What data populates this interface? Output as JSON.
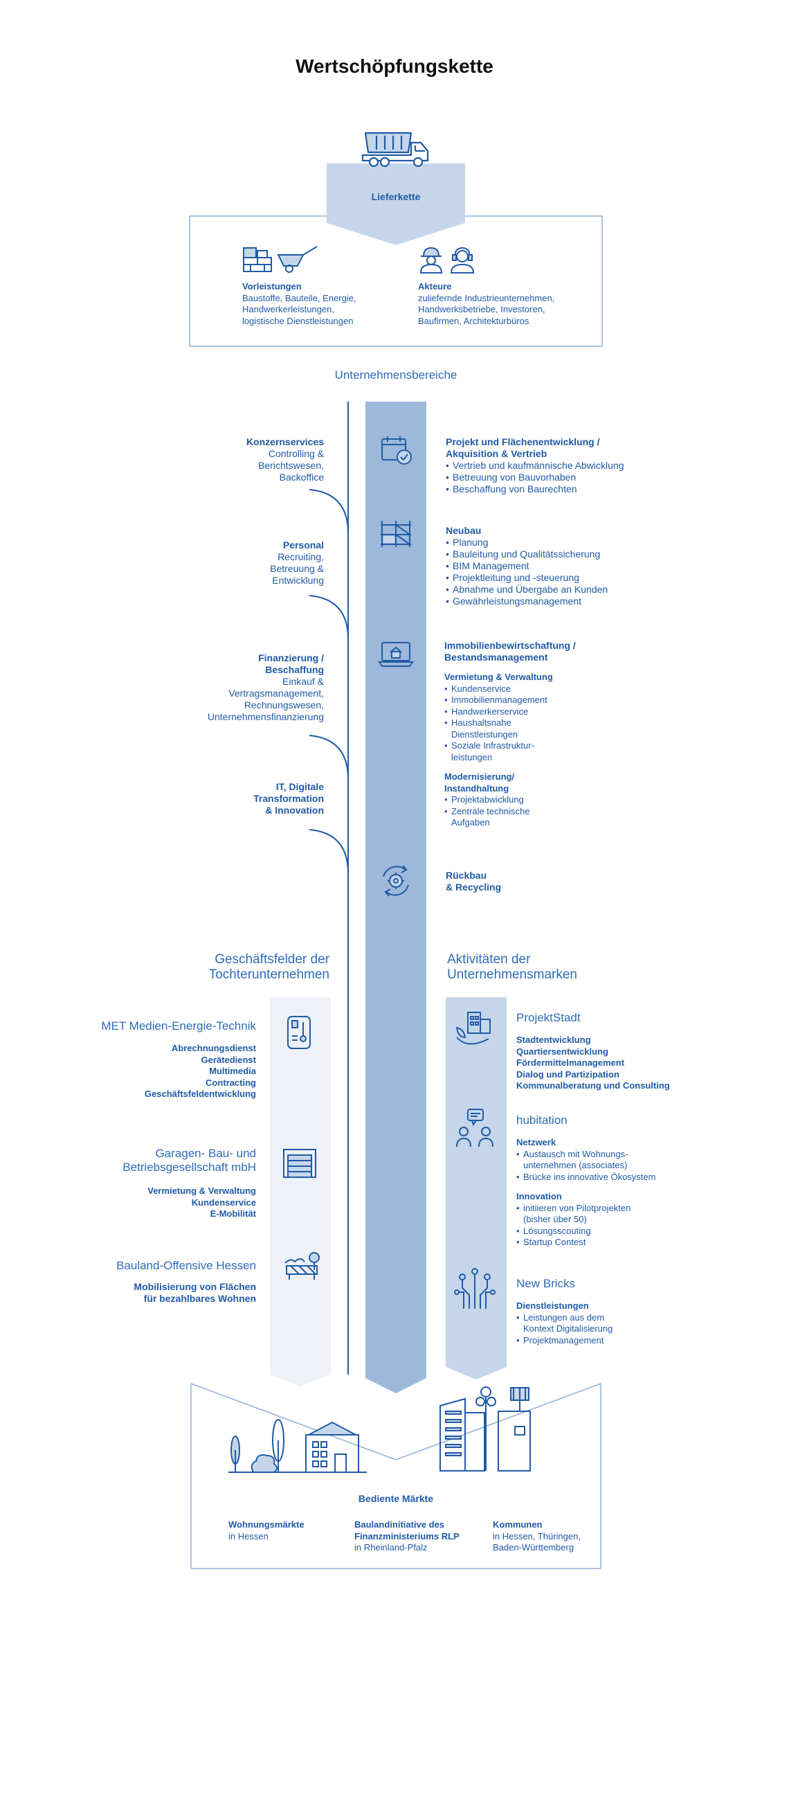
{
  "title": "Wertschöpfungskette",
  "supply": {
    "label": "Lieferkette",
    "vorleistungen": {
      "heading": "Vorleistungen",
      "lines": [
        "Baustoffe, Bauteile, Energie,",
        "Handwerkerleistungen,",
        "logistische Dienstleistungen"
      ]
    },
    "akteure": {
      "heading": "Akteure",
      "lines": [
        "zuliefernde Industrieunternehmen,",
        "Handwerksbetriebe, Investoren,",
        "Baufirmen, Architekturbüros"
      ]
    }
  },
  "unternehmensbereiche": {
    "heading": "Unternehmensbereiche",
    "left": [
      {
        "heading": [
          "Konzernservices"
        ],
        "lines": [
          "Controlling &",
          "Berichtswesen,",
          "Backoffice"
        ]
      },
      {
        "heading": [
          "Personal"
        ],
        "lines": [
          "Recruiting,",
          "Betreuung &",
          "Entwicklung"
        ]
      },
      {
        "heading": [
          "Finanzierung /",
          "Beschaffung"
        ],
        "lines": [
          "Einkauf &",
          "Vertragsmanagement,",
          "Rechnungswesen,",
          "Unternehmensfinanzierung"
        ]
      },
      {
        "heading": [
          "IT, Digitale",
          "Transformation",
          "& Innovation"
        ],
        "lines": []
      }
    ],
    "right": [
      {
        "heading": [
          "Projekt und Flächenentwicklung /",
          "Akquisition & Vertrieb"
        ],
        "bullets": [
          "Vertrieb und kaufmännische Abwicklung",
          "Betreuung von Bauvorhaben",
          "Beschaffung von Baurechten"
        ]
      },
      {
        "heading": [
          "Neubau"
        ],
        "bullets": [
          "Planung",
          "Bauleitung und Qualitätssicherung",
          "BIM Management",
          "Projektleitung und -steuerung",
          "Abnahme und Übergabe an Kunden",
          "Gewährleistungsmanagement"
        ]
      },
      {
        "heading": [
          "Immobilienbewirtschaftung /",
          "Bestandsmanagement"
        ],
        "sub1": "Vermietung  & Verwaltung",
        "bullets1": [
          [
            "Kundenservice"
          ],
          [
            "Immobilienmanagement"
          ],
          [
            "Handwerkerservice"
          ],
          [
            "Haushaltsnahe",
            "Dienstleistungen"
          ],
          [
            "Soziale Infrastruktur-",
            "leistungen"
          ]
        ],
        "sub2": [
          "Modernisierung/",
          "Instandhaltung"
        ],
        "bullets2": [
          [
            "Projektabwicklung"
          ],
          [
            "Zentrale technische",
            "Aufgaben"
          ]
        ]
      },
      {
        "heading": [
          "Rückbau",
          "& Recycling"
        ]
      }
    ]
  },
  "geschaeftsfelder": {
    "heading": [
      "Geschäftsfelder der",
      "Tochterunternehmen"
    ],
    "items": [
      {
        "name": [
          "MET Medien-Energie-Technik"
        ],
        "lines": [
          "Abrechnungsdienst",
          "Gerätedienst",
          "Multimedia",
          "Contracting",
          "Geschäftsfeldentwicklung"
        ]
      },
      {
        "name": [
          "Garagen- Bau- und",
          "Betriebsgesellschaft mbH"
        ],
        "lines": [
          "Vermietung & Verwaltung",
          "Kundenservice",
          "E-Mobilität"
        ]
      },
      {
        "name": [
          "Bauland-Offensive Hessen"
        ],
        "lines": [
          "Mobilisierung von Flächen",
          "für bezahlbares Wohnen"
        ]
      }
    ]
  },
  "aktivitaeten": {
    "heading": [
      "Aktivitäten der",
      "Unternehmensmarken"
    ],
    "projektstadt": {
      "name": "ProjektStadt",
      "lines": [
        "Stadtentwicklung",
        "Quartiersentwicklung",
        "Fördermittelmanagement",
        "Dialog und Partizipation",
        "Kommunalberatung und Consulting"
      ]
    },
    "hubitation": {
      "name": "hubitation",
      "netzwerk": "Netzwerk",
      "netzwerk_bullets": [
        [
          "Austausch mit Wohnungs-",
          "unternehmen (associates)"
        ],
        [
          "Brücke ins innovative Ökosystem"
        ]
      ],
      "innovation": "Innovation",
      "innovation_bullets": [
        [
          "initiieren von Pilotprojekten",
          "(bisher über 50)"
        ],
        [
          "Lösungsscouting"
        ],
        [
          "Startup Contest"
        ]
      ]
    },
    "newbricks": {
      "name": "New Bricks",
      "sub": "Dienstleistungen",
      "bullets": [
        [
          "Leistungen aus dem",
          "Kontext Digitalisierung"
        ],
        [
          "Projektmanagement"
        ]
      ]
    }
  },
  "maerkte": {
    "heading": "Bediente Märkte",
    "cols": [
      {
        "heading": [
          "Wohnungsmärkte"
        ],
        "lines": [
          "in Hessen"
        ]
      },
      {
        "heading": [
          "Baulandinitiative des",
          "Finanzministeriums RLP"
        ],
        "lines": [
          "in Rheinland-Pfalz"
        ]
      },
      {
        "heading": [
          "Kommunen"
        ],
        "lines": [
          "in Hessen, Thüringen,",
          "Baden-Württemberg"
        ]
      }
    ]
  },
  "colors": {
    "primary": "#1f5aa6",
    "column": "#9db8d9",
    "light": "#c6d6ea",
    "pale": "#eef2f8",
    "border": "#8fb0d6"
  },
  "icons": [
    "truck-icon",
    "bricks-icon",
    "wheelbarrow-icon",
    "worker-icon",
    "headset-icon",
    "calendar-check-icon",
    "scaffold-icon",
    "laptop-house-icon",
    "recycle-gear-icon",
    "meter-icon",
    "garage-icon",
    "land-icon",
    "city-plant-icon",
    "people-chat-icon",
    "circuit-icon",
    "trees-icon",
    "house-icon",
    "city-icon"
  ]
}
